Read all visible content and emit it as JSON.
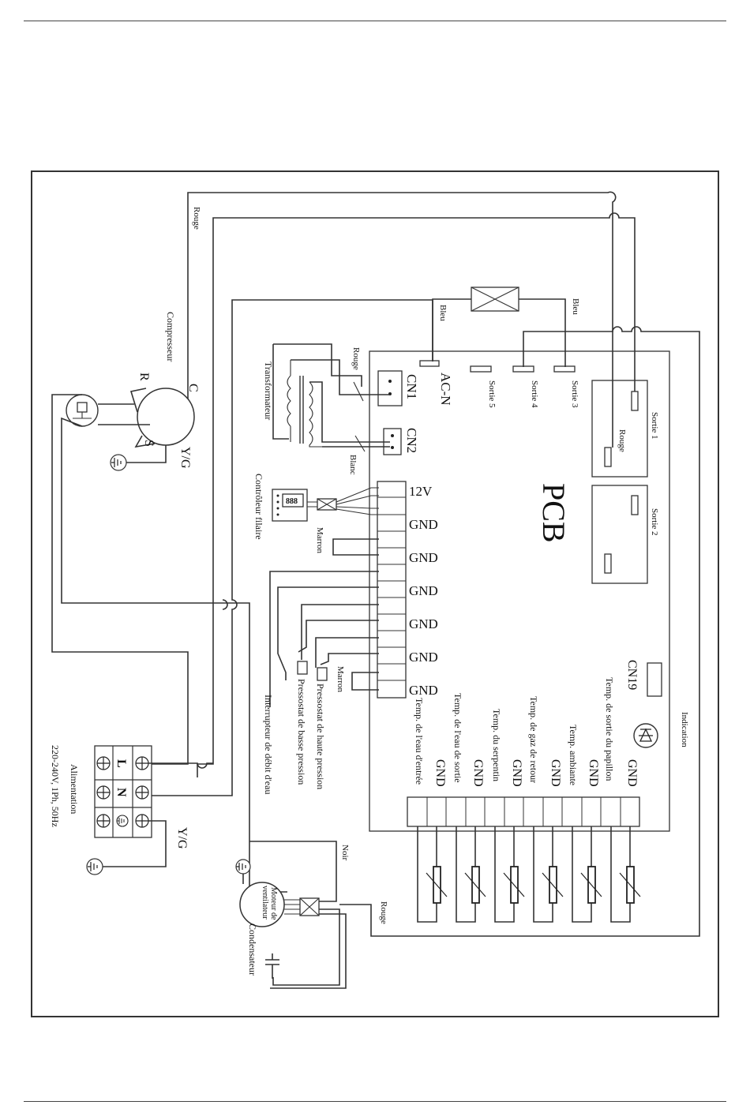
{
  "diagram": {
    "pcb": {
      "title": "PCB"
    },
    "connectors": {
      "ac_n": "AC-N",
      "cn1": "CN1",
      "cn2": "CN2",
      "cn19": "CN19",
      "sortie3": "Sortie 3",
      "sortie4": "Sortie 4",
      "sortie5": "Sortie 5",
      "sortie1": "Sortie 1",
      "sortie2": "Sortie 2"
    },
    "pins": {
      "p12v": "12V",
      "gnd1": "GND",
      "gnd2": "GND",
      "gnd3": "GND",
      "gnd4": "GND",
      "gnd5": "GND",
      "gnd6": "GND"
    },
    "sensors": {
      "gnd_labels": [
        "GND",
        "GND",
        "GND",
        "GND",
        "GND",
        "GND"
      ],
      "inlet": "Temp. de l'eau d'entrée",
      "outlet": "Temp. de l'eau de sortie",
      "coil": "Temp. du serpentin",
      "return_gas": "Temp. de gaz de retour",
      "ambient": "Temp. ambiante",
      "exhaust": "Temp. de sortie du papillon"
    },
    "components": {
      "compressor": "Compresseur",
      "comp_c": "C",
      "comp_r": "R",
      "comp_s": "S",
      "comp_yg": "Y/G",
      "transformer": "Transformateur",
      "wired_controller": "Contrôleur filaire",
      "controller_display": "888",
      "high_pressure": "Pressostat de haute pression",
      "low_pressure": "Pressostat de basse pression",
      "flow_switch": "Interrupteur de débit d'eau",
      "indication": "Indication",
      "power_supply": "Alimentation",
      "power_spec": "220-240V, 1Ph, 50Hz",
      "terminal_l": "L",
      "terminal_n": "N",
      "supply_yg": "Y/G",
      "fan_motor_line1": "Moteur de",
      "fan_motor_line2": "ventilateur",
      "capacitor": "Condensateur"
    },
    "wires": {
      "rouge_top": "Rouge",
      "rouge_cn1": "Rouge",
      "rouge_sortie1": "Rouge",
      "rouge_fan": "Rouge",
      "bleu_left": "Bleu",
      "bleu_right": "Bleu",
      "blanc": "Blanc",
      "marron_ctrl": "Marron",
      "marron_hp": "Marron",
      "noir": "Noir"
    }
  }
}
